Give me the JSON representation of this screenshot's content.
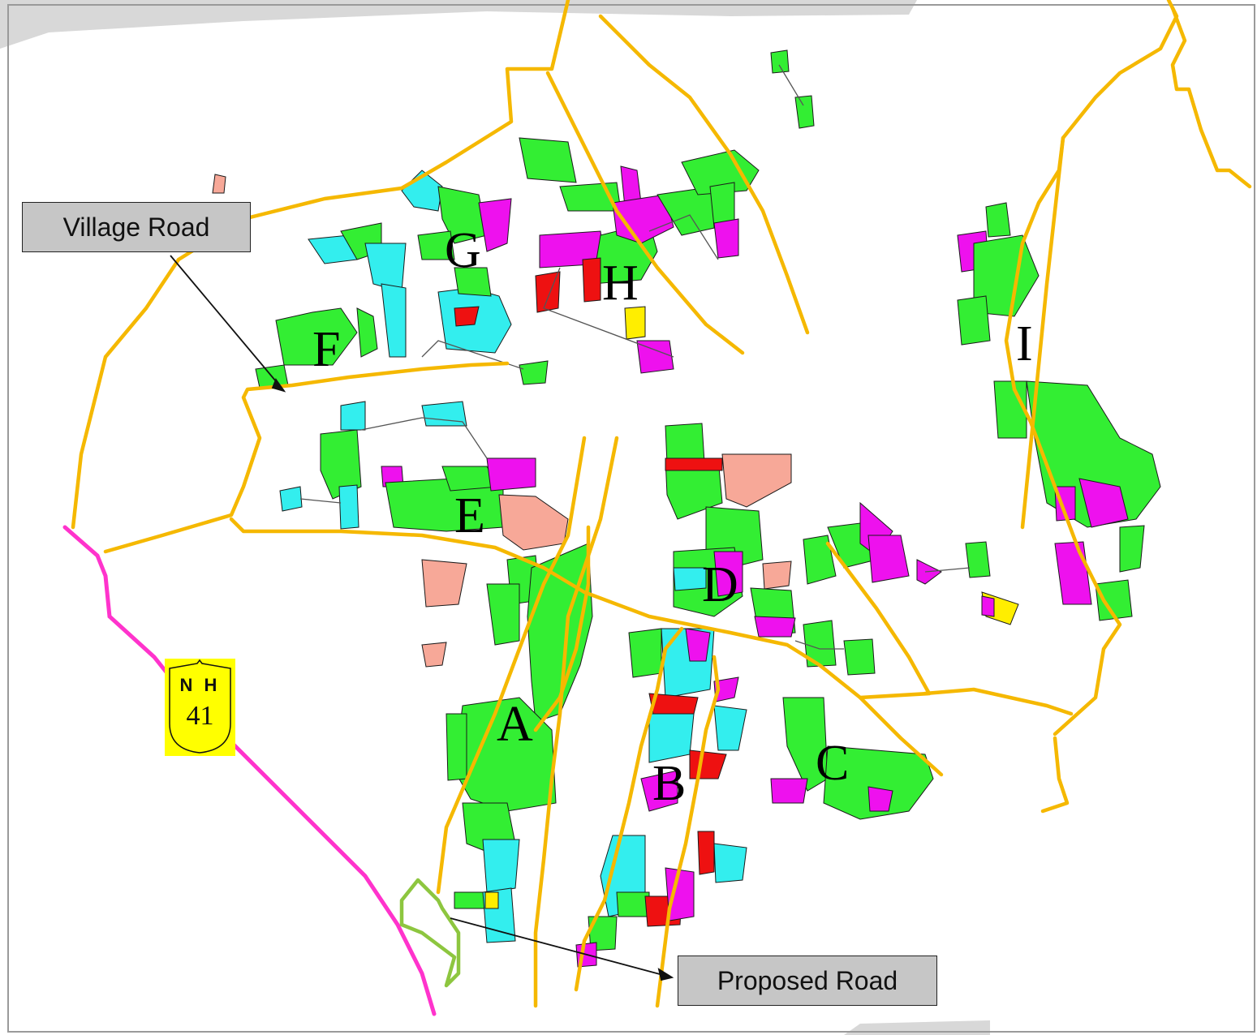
{
  "map": {
    "callouts": {
      "village_road": "Village Road",
      "proposed_road": "Proposed Road"
    },
    "highway_shield": {
      "prefix": "N H",
      "number": "41"
    },
    "cluster_labels": [
      "A",
      "B",
      "C",
      "D",
      "E",
      "F",
      "G",
      "H",
      "I"
    ],
    "legend_colors": {
      "village_road": "#f5b800",
      "highway": "#ff33cc",
      "proposed_road": "#8dc63f",
      "plot_green": "#33ee33",
      "plot_magenta": "#ee11ee",
      "plot_cyan": "#33eeee",
      "plot_red": "#ee1111",
      "plot_pink": "#f7a898",
      "plot_yellow": "#ffee00"
    }
  }
}
